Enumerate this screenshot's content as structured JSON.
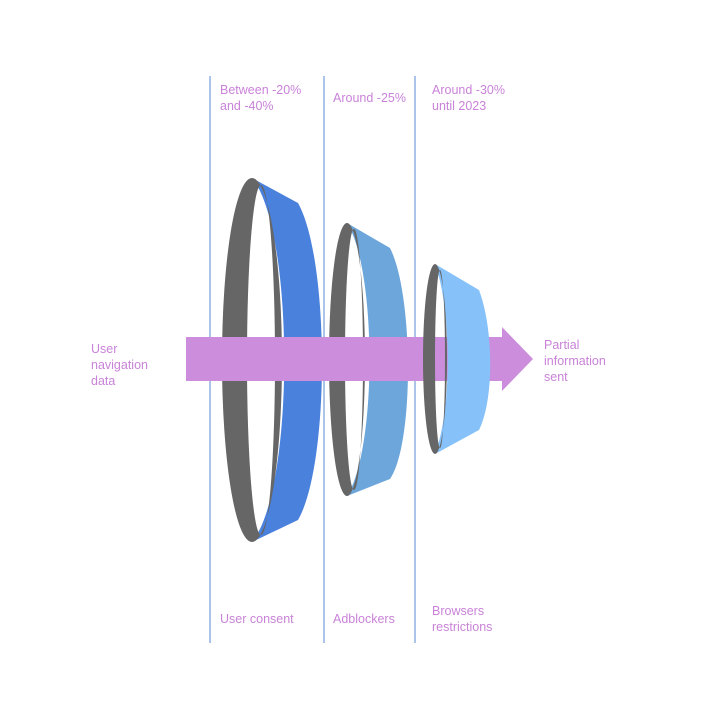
{
  "input_label": "User\nnavigation\ndata",
  "output_label": "Partial\ninformation\nsent",
  "stages": [
    {
      "top_label": "Between -20%\nand -40%",
      "bottom_label": "User consent",
      "color": "#4a81dc"
    },
    {
      "top_label": "Around  -25%",
      "bottom_label": "Adblockers",
      "color": "#6ca6db"
    },
    {
      "top_label": "Around  -30%\nuntil  2023",
      "bottom_label": "Browsers\nrestrictions",
      "color": "#86c1f9"
    }
  ],
  "colors": {
    "arrow": "#cb8ddc",
    "ring_inner": "#666666",
    "divider": "#5b8ad6",
    "label": "#c983d8"
  }
}
